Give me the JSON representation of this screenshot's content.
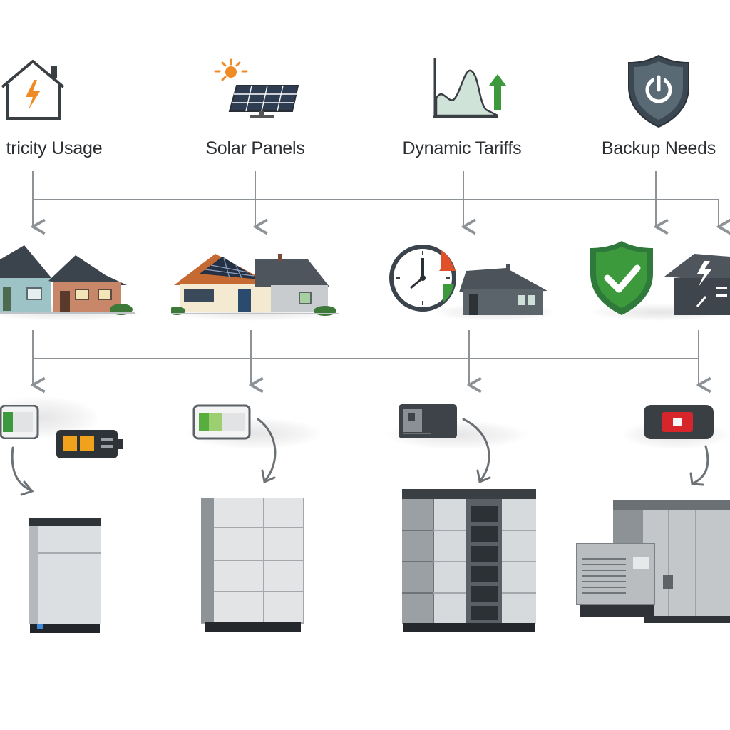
{
  "columns": [
    {
      "label": "tricity Usage",
      "icon": "house-lightning-icon",
      "scenario_icon": "suburban-houses-icon",
      "device_icon": "battery-indicator-icon",
      "system_icon": "compact-home-battery-icon"
    },
    {
      "label": "Solar Panels",
      "icon": "solar-panel-icon",
      "scenario_icon": "solar-roof-house-icon",
      "device_icon": "battery-indicator-icon",
      "system_icon": "modular-battery-cabinet-icon"
    },
    {
      "label": "Dynamic Tariffs",
      "icon": "price-chart-icon",
      "scenario_icon": "clock-price-house-icon",
      "device_icon": "smart-controller-icon",
      "system_icon": "rack-storage-cabinet-icon"
    },
    {
      "label": "Backup Needs",
      "icon": "power-shield-icon",
      "scenario_icon": "shield-check-outage-icon",
      "device_icon": "alert-switch-icon",
      "system_icon": "industrial-backup-unit-icon"
    }
  ],
  "colors": {
    "connector": "#8d9297",
    "accent_orange": "#f08a24",
    "accent_green": "#3c9a3c",
    "alert_red": "#d7262b",
    "chart_fill": "#cfe3d8"
  }
}
